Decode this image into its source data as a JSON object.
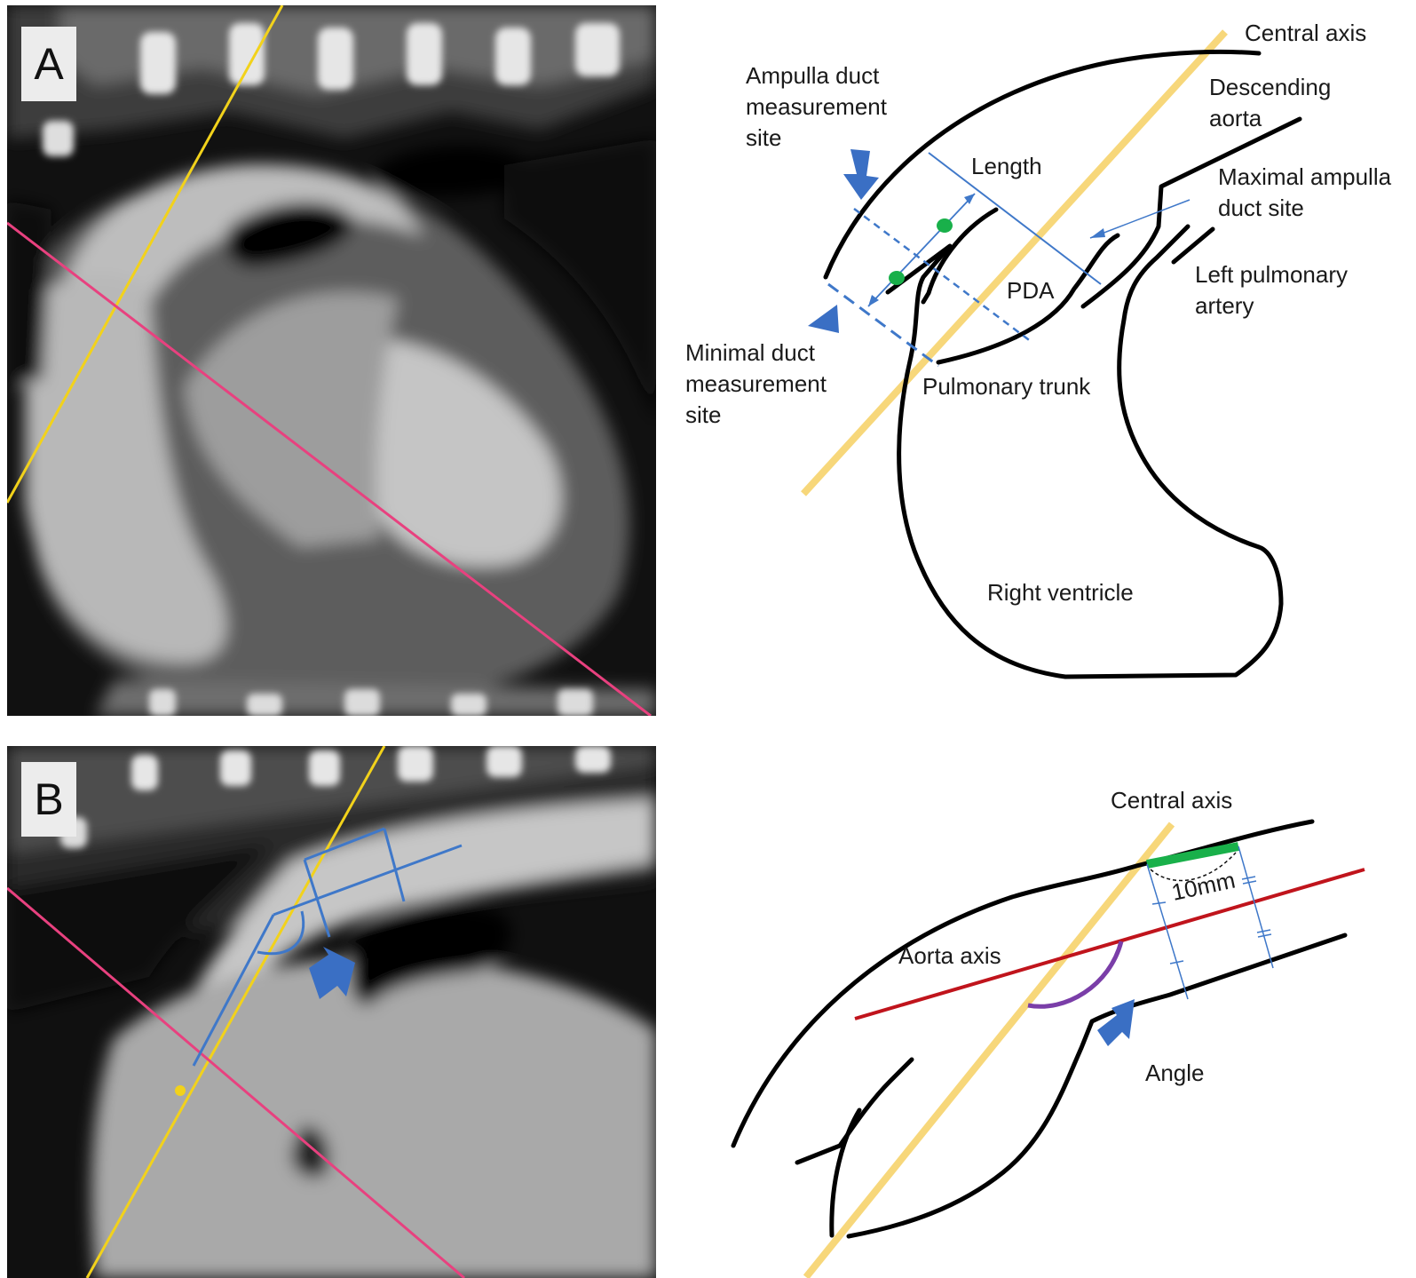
{
  "panels": {
    "a": {
      "letter": "A",
      "labels": {
        "central_axis": "Central axis",
        "ampulla_site_1": "Ampulla duct",
        "ampulla_site_2": "measurement",
        "ampulla_site_3": "site",
        "descending_aorta_1": "Descending",
        "descending_aorta_2": "aorta",
        "length": "Length",
        "maximal_site_1": "Maximal ampulla",
        "maximal_site_2": "duct site",
        "pda": "PDA",
        "left_pa_1": "Left pulmonary",
        "left_pa_2": "artery",
        "minimal_site_1": "Minimal duct",
        "minimal_site_2": "measurement",
        "minimal_site_3": "site",
        "pulmonary_trunk": "Pulmonary trunk",
        "right_ventricle": "Right ventricle"
      }
    },
    "b": {
      "letter": "B",
      "labels": {
        "central_axis": "Central axis",
        "distance": "10mm",
        "aorta_axis": "Aorta axis",
        "angle": "Angle"
      }
    }
  },
  "colors": {
    "central_axis": "#f7d77a",
    "ct_axis_yellow": "#f2d21b",
    "ct_plane_pink": "#e8417f",
    "aorta_axis": "#c0141c",
    "angle_arc": "#7a3ea8",
    "arrow_blue": "#3a6fc4",
    "measure_blue": "#3f78c9",
    "marker_green": "#19b04a",
    "outline": "#000000"
  }
}
